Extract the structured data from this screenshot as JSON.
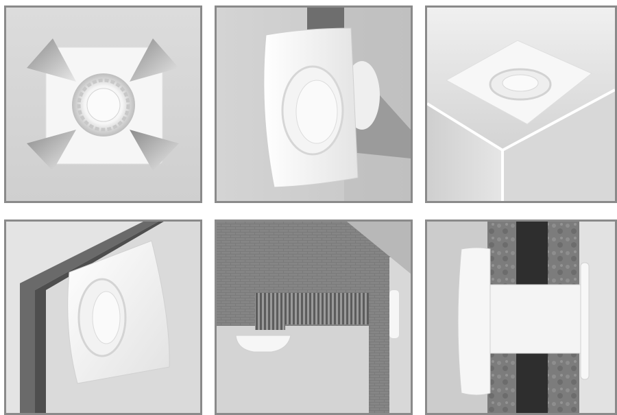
{
  "gallery": {
    "panels": [
      {
        "subject": "fan-front-airflow"
      },
      {
        "subject": "fan-wall-mount-side"
      },
      {
        "subject": "fan-ceiling-corner"
      },
      {
        "subject": "fan-wall-angle"
      },
      {
        "subject": "fan-duct-installation"
      },
      {
        "subject": "fan-through-wall-section"
      }
    ],
    "colors": {
      "frame": "#8a8a8a",
      "background": "#d9d9d9",
      "fan_white": "#f4f4f4",
      "arrow": "#9a9a9a",
      "wall_dark": "#5a5a5a",
      "brick": "#777777"
    }
  }
}
